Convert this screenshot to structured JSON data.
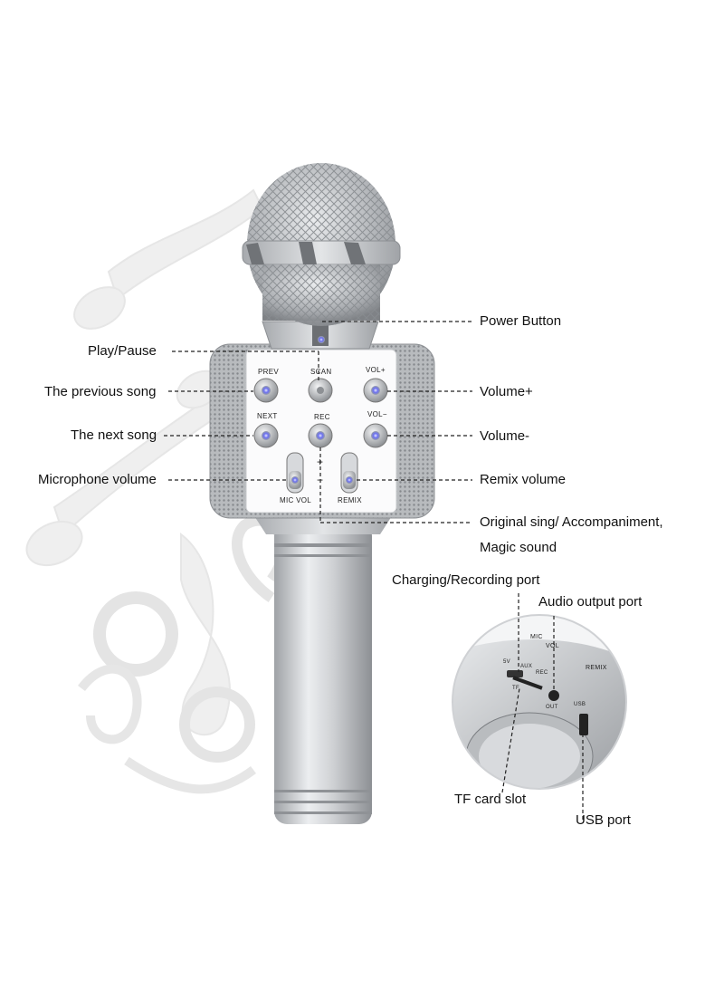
{
  "callouts": {
    "power_button": "Power Button",
    "play_pause": "Play/Pause",
    "previous_song": "The previous song",
    "volume_up": "Volume+",
    "next_song": "The next song",
    "volume_down": "Volume-",
    "microphone_volume": "Microphone volume",
    "remix_volume": "Remix volume",
    "original_sing_line1": "Original sing/ Accompaniment,",
    "original_sing_line2": "Magic sound",
    "charging_port": "Charging/Recording port",
    "audio_output_port": "Audio output port",
    "tf_card_slot": "TF card slot",
    "usb_port": "USB port"
  },
  "device_labels": {
    "prev": "PREV",
    "scan": "SCAN",
    "vol_plus": "VOL+",
    "next": "NEXT",
    "rec": "REC",
    "vol_minus": "VOL−",
    "mic_vol": "MIC  VOL",
    "remix": "REMIX",
    "plus_mark": "+",
    "minus_mark": "−",
    "port_5v": "5V",
    "port_aux": "AUX",
    "port_rec": "REC",
    "port_tf": "TF",
    "port_out": "OUT",
    "port_usb": "USB",
    "inset_mic": "MIC",
    "inset_vol": "VOL",
    "inset_remix": "REMIX"
  },
  "colors": {
    "body_silver": "#c8cacd",
    "led_blue": "#5a5ee8",
    "line": "#222222",
    "background_art": "#ececec"
  }
}
